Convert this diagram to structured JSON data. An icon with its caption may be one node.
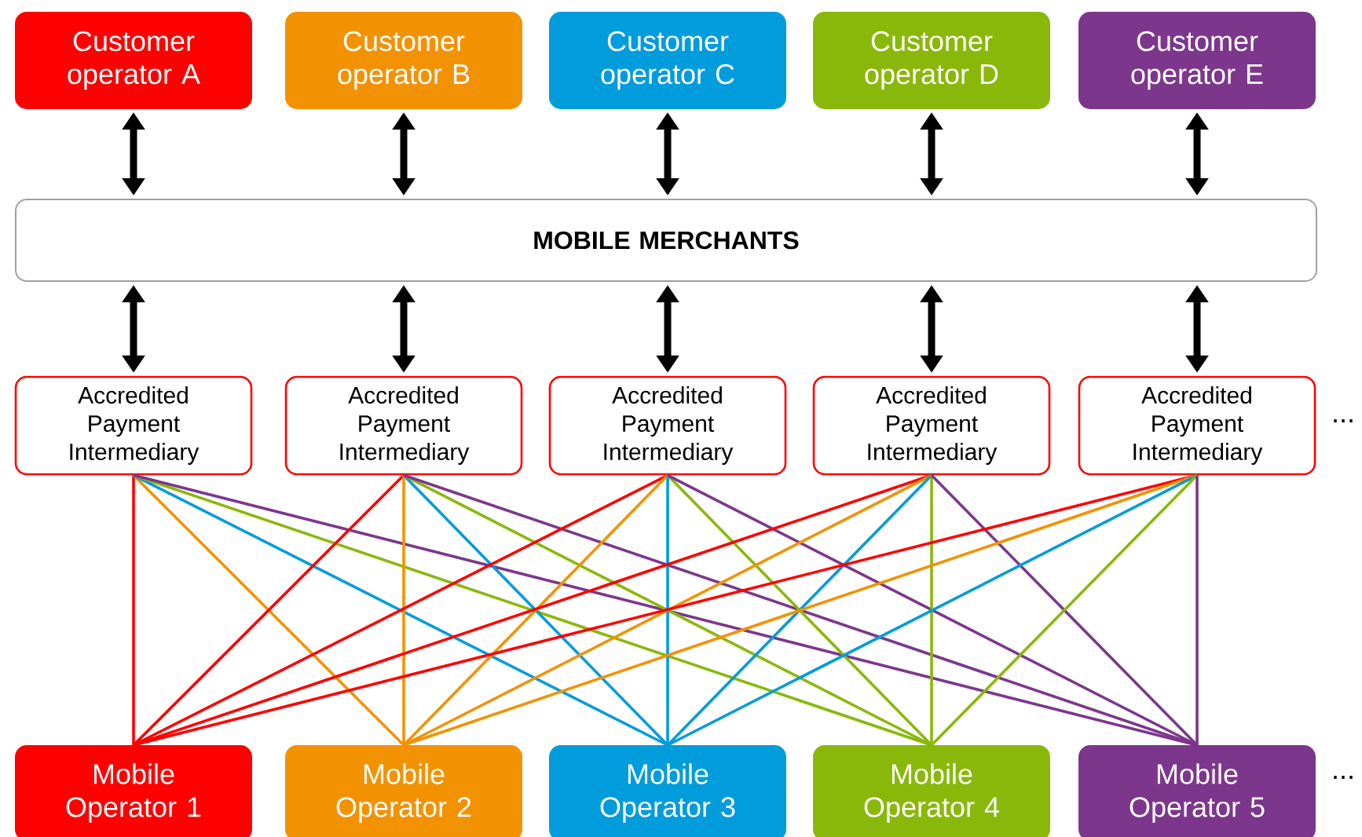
{
  "diagram": {
    "nodes": [
      {
        "text": [
          "Customer operator A"
        ]
      },
      {
        "text": [
          "Customer operator B"
        ]
      },
      {
        "text": [
          "Customer operator C"
        ]
      },
      {
        "text": [
          "Customer operator D"
        ]
      },
      {
        "text": [
          "Customer operator E"
        ]
      },
      {
        "text": [
          "MOBILE MERCHANTS"
        ]
      },
      {
        "text": [
          "Accredited Payment Intermediary"
        ]
      },
      {
        "text": [
          "Accredited Payment Intermediary"
        ]
      },
      {
        "text": [
          "Accredited Payment Intermediary"
        ]
      },
      {
        "text": [
          "Accredited Payment Intermediary"
        ]
      },
      {
        "text": [
          "Accredited Payment Intermediary"
        ]
      },
      {
        "text": [
          "Mobile Operator 1"
        ]
      },
      {
        "text": [
          "Mobile Operator 2"
        ]
      },
      {
        "text": [
          "Mobile Operator 3"
        ]
      },
      {
        "text": [
          "Mobile Operator 4"
        ]
      },
      {
        "text": [
          "Mobile Operator 5"
        ]
      }
    ],
    "edges": [
      {
        "from": 0,
        "to": 5,
        "arrow": "both",
        "style": "thick"
      },
      {
        "from": 1,
        "to": 5,
        "arrow": "both",
        "style": "thick"
      },
      {
        "from": 2,
        "to": 5,
        "arrow": "both",
        "style": "thick"
      },
      {
        "from": 3,
        "to": 5,
        "arrow": "both",
        "style": "thick"
      },
      {
        "from": 4,
        "to": 5,
        "arrow": "both",
        "style": "thick"
      },
      {
        "from": 5,
        "to": 6,
        "arrow": "both",
        "style": "thick"
      },
      {
        "from": 5,
        "to": 7,
        "arrow": "both",
        "style": "thick"
      },
      {
        "from": 5,
        "to": 8,
        "arrow": "both",
        "style": "thick"
      },
      {
        "from": 5,
        "to": 9,
        "arrow": "both",
        "style": "thick"
      },
      {
        "from": 5,
        "to": 10,
        "arrow": "both",
        "style": "thick"
      },
      {
        "from": 6,
        "to": 11,
        "arrow": "none",
        "color": "#ff0000"
      },
      {
        "from": 6,
        "to": 12,
        "arrow": "none",
        "color": "#f39200"
      },
      {
        "from": 6,
        "to": 13,
        "arrow": "none",
        "color": "#009cdc"
      },
      {
        "from": 6,
        "to": 14,
        "arrow": "none",
        "color": "#8ab80a"
      },
      {
        "from": 6,
        "to": 15,
        "arrow": "none",
        "color": "#7c378c"
      },
      {
        "from": 7,
        "to": 11,
        "arrow": "none",
        "color": "#ff0000"
      },
      {
        "from": 7,
        "to": 12,
        "arrow": "none",
        "color": "#f39200"
      },
      {
        "from": 7,
        "to": 13,
        "arrow": "none",
        "color": "#009cdc"
      },
      {
        "from": 7,
        "to": 14,
        "arrow": "none",
        "color": "#8ab80a"
      },
      {
        "from": 7,
        "to": 15,
        "arrow": "none",
        "color": "#7c378c"
      },
      {
        "from": 8,
        "to": 11,
        "arrow": "none",
        "color": "#ff0000"
      },
      {
        "from": 8,
        "to": 12,
        "arrow": "none",
        "color": "#f39200"
      },
      {
        "from": 8,
        "to": 13,
        "arrow": "none",
        "color": "#009cdc"
      },
      {
        "from": 8,
        "to": 14,
        "arrow": "none",
        "color": "#8ab80a"
      },
      {
        "from": 8,
        "to": 15,
        "arrow": "none",
        "color": "#7c378c"
      },
      {
        "from": 9,
        "to": 11,
        "arrow": "none",
        "color": "#ff0000"
      },
      {
        "from": 9,
        "to": 12,
        "arrow": "none",
        "color": "#f39200"
      },
      {
        "from": 9,
        "to": 13,
        "arrow": "none",
        "color": "#009cdc"
      },
      {
        "from": 9,
        "to": 14,
        "arrow": "none",
        "color": "#8ab80a"
      },
      {
        "from": 9,
        "to": 15,
        "arrow": "none",
        "color": "#7c378c"
      },
      {
        "from": 10,
        "to": 11,
        "arrow": "none",
        "color": "#ff0000"
      },
      {
        "from": 10,
        "to": 12,
        "arrow": "none",
        "color": "#f39200"
      },
      {
        "from": 10,
        "to": 13,
        "arrow": "none",
        "color": "#009cdc"
      },
      {
        "from": 10,
        "to": 14,
        "arrow": "none",
        "color": "#8ab80a"
      },
      {
        "from": 10,
        "to": 15,
        "arrow": "none",
        "color": "#7c378c"
      }
    ],
    "labels": [
      "...",
      "..."
    ]
  }
}
